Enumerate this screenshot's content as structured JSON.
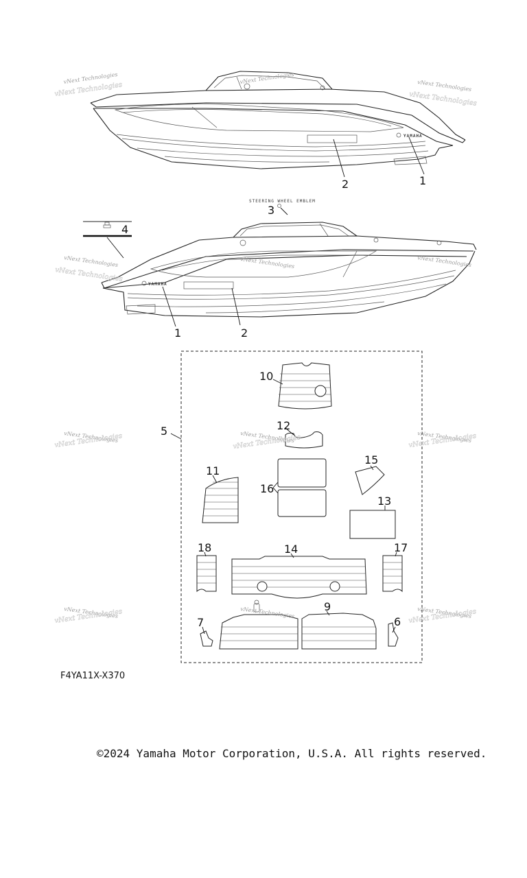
{
  "callouts": {
    "c1_top": "1",
    "c2_top": "2",
    "c3": "3",
    "c4": "4",
    "c1_bottom": "1",
    "c2_bottom": "2",
    "c5": "5",
    "c10": "10",
    "c12": "12",
    "c11": "11",
    "c15": "15",
    "c16": "16",
    "c13": "13",
    "c18": "18",
    "c14": "14",
    "c17": "17",
    "c7": "7",
    "c9": "9",
    "c6": "6"
  },
  "steering_note": "STEERING WHEEL EMBLEM",
  "watermark": "vNext Technologies",
  "hull_brand": "YAMAHA",
  "catalog_code": "F4YA11X-X370",
  "copyright": "©2024 Yamaha Motor Corporation, U.S.A. All rights reserved."
}
